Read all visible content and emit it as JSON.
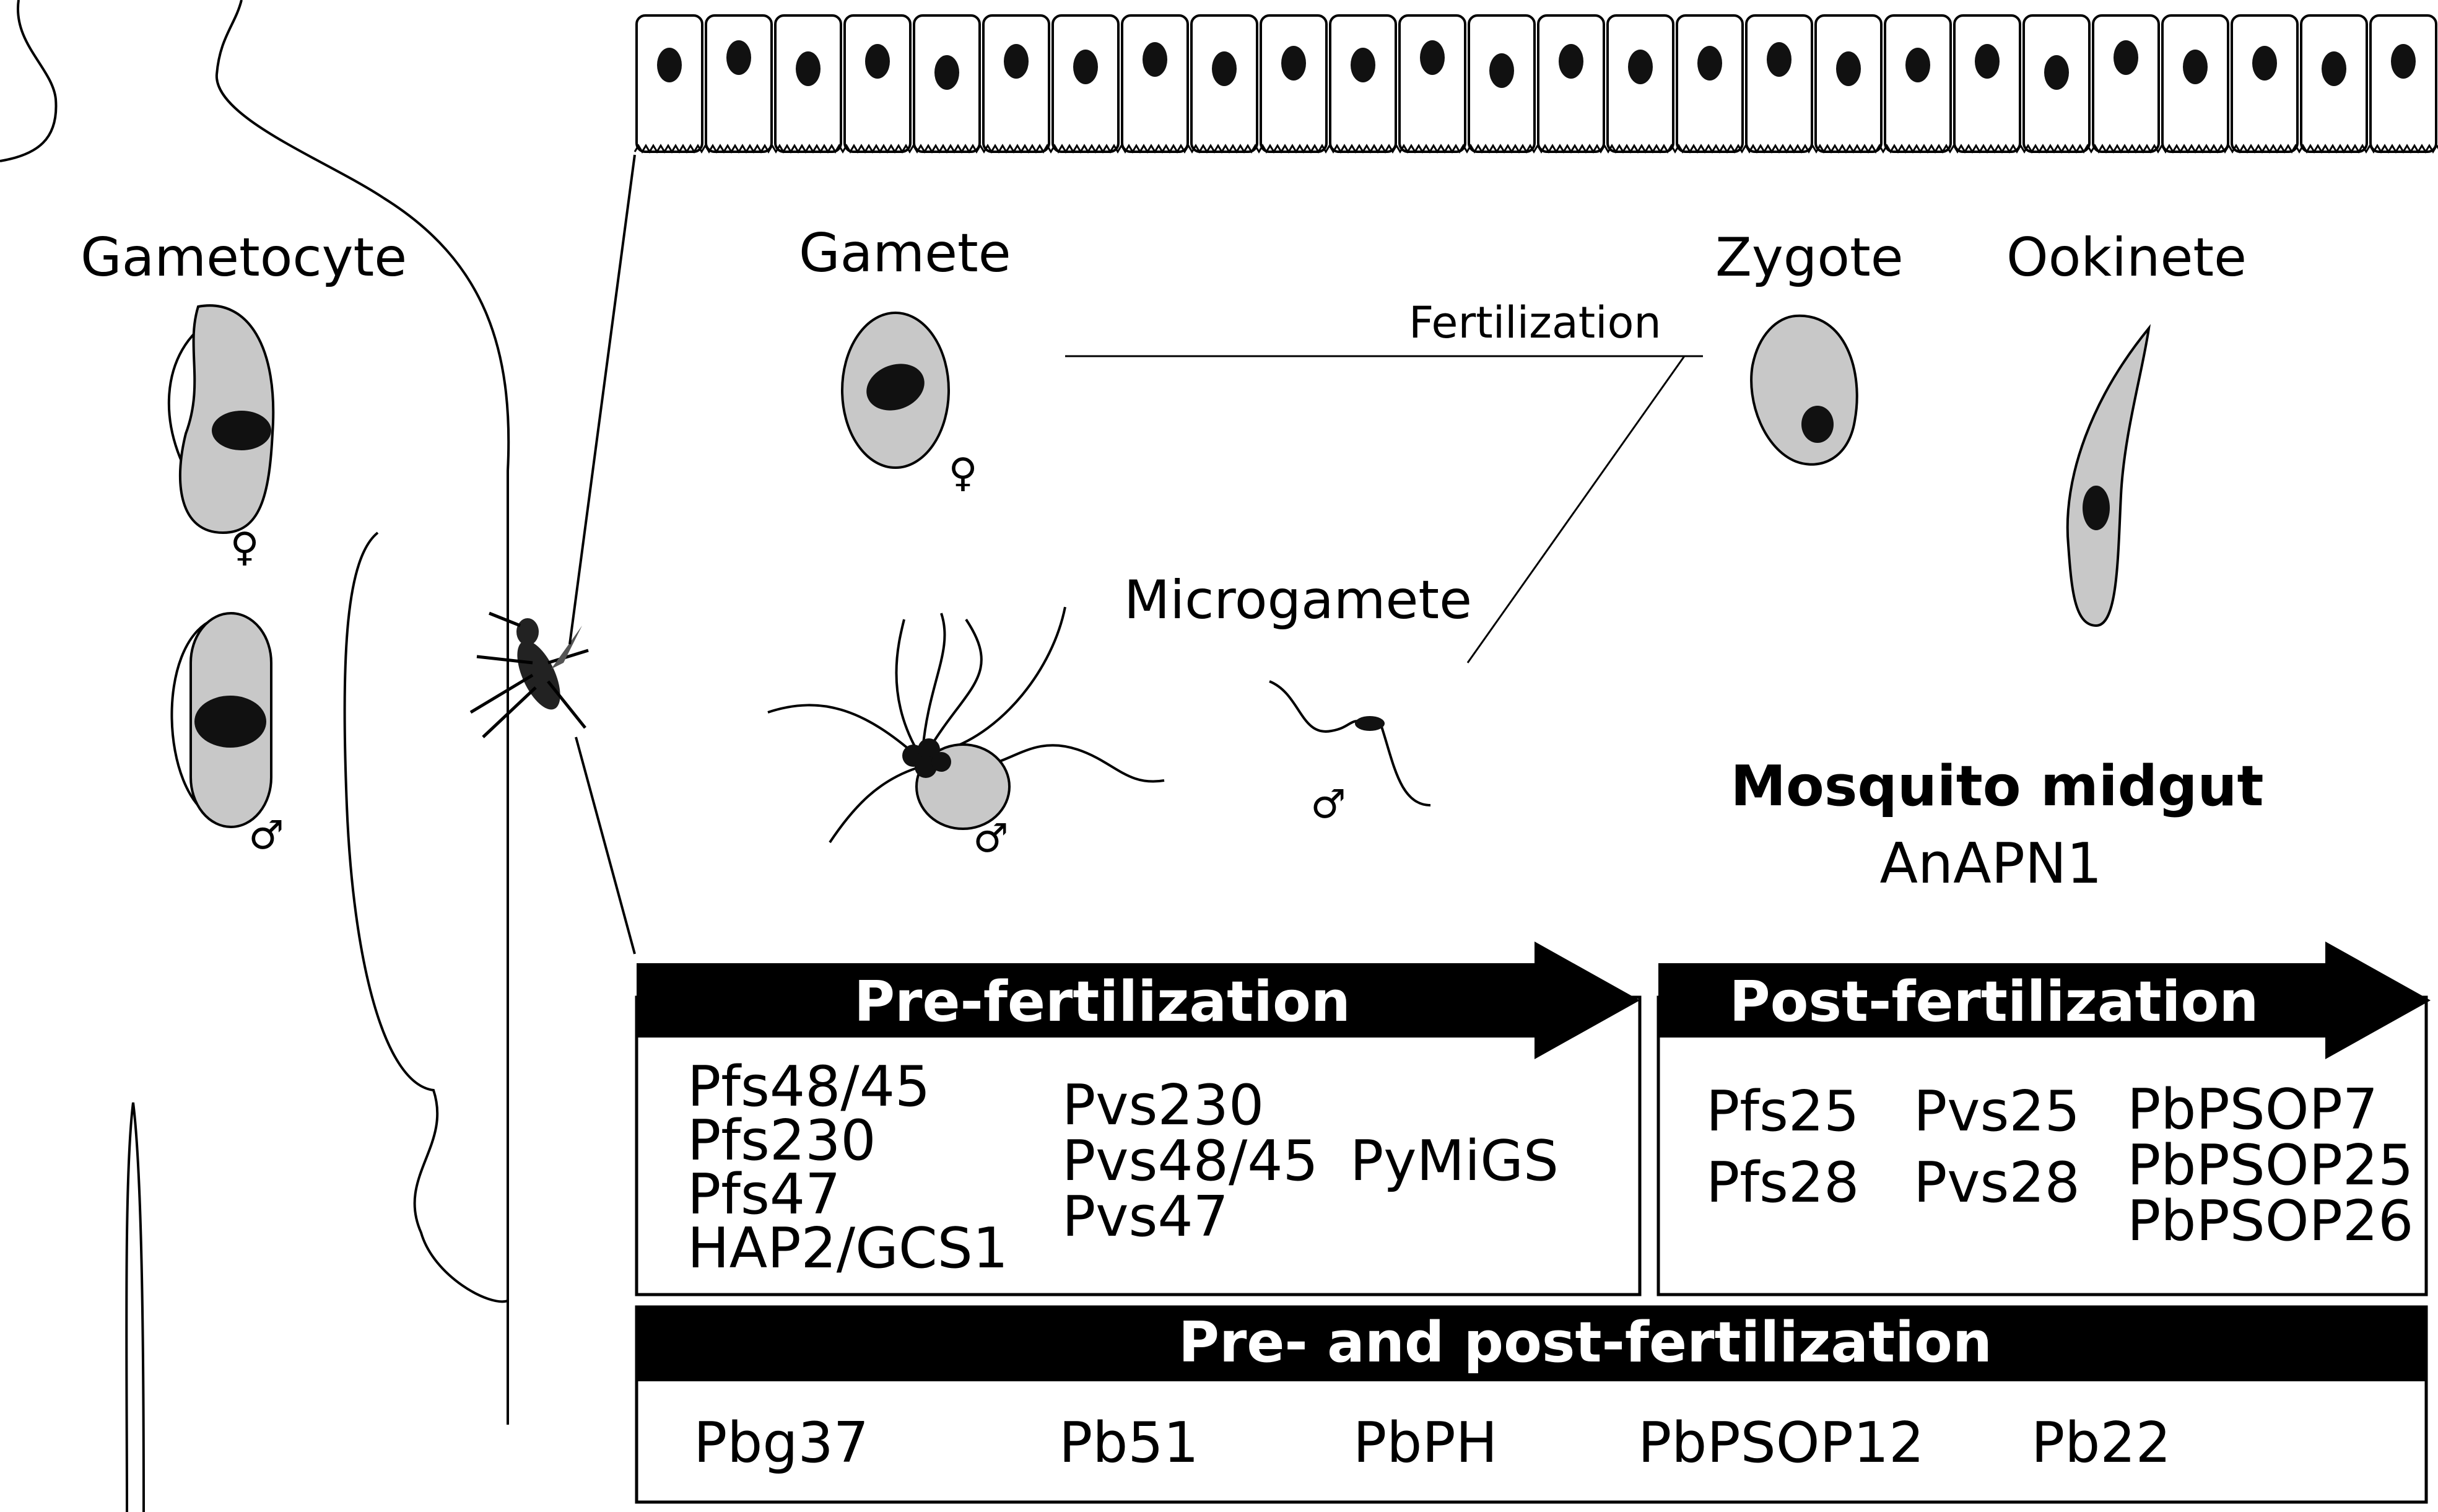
{
  "labels": {
    "gametocyte": "Gametocyte",
    "gamete": "Gamete",
    "zygote": "Zygote",
    "ookinete": "Ookinete",
    "fertilization": "Fertilization",
    "microgamete": "Microgamete",
    "mosquito_midgut": "Mosquito midgut",
    "anapn1": "AnAPN1",
    "female_symbol": "♀",
    "male_symbol": "♂"
  },
  "pre_fertilization": {
    "title": "Pre-fertilization",
    "col1": [
      "Pfs48/45",
      "Pfs230",
      "Pfs47",
      "HAP2/GCS1"
    ],
    "col2": [
      "Pvs230",
      "Pvs48/45",
      "Pvs47"
    ],
    "col3": [
      "PyMiGS"
    ]
  },
  "post_fertilization": {
    "title": "Post-fertilization",
    "col1": [
      "Pfs25",
      "Pfs28"
    ],
    "col2": [
      "Pvs25",
      "Pvs28"
    ],
    "col3": [
      "PbPSOP7",
      "PbPSOP25",
      "PbPSOP26"
    ]
  },
  "pre_and_post": {
    "title": "Pre- and post-fertilization",
    "items": [
      "Pbg37",
      "Pb51",
      "PbPH",
      "PbPSOP12",
      "Pb22"
    ]
  },
  "colors": {
    "cell_fill": "#c8c8c8",
    "nucleus": "#111111",
    "banner": "#000000"
  }
}
